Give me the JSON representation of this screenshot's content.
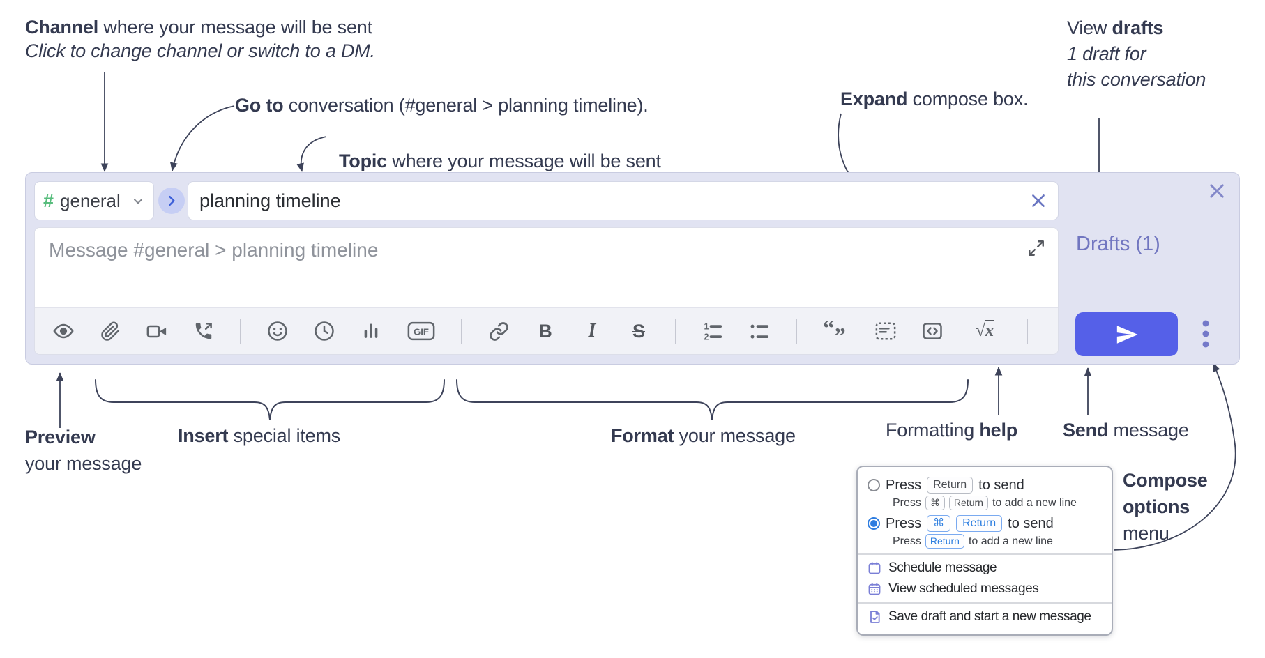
{
  "annotations": {
    "channel": {
      "bold": "Channel",
      "rest": " where your message will be sent",
      "sub": "Click to change channel or switch to a DM."
    },
    "goto": {
      "bold": "Go to",
      "rest": " conversation (#general > planning timeline)."
    },
    "topic": {
      "bold": "Topic",
      "rest": " where your message will be sent"
    },
    "expand": {
      "bold": "Expand",
      "rest": " compose box."
    },
    "view_drafts": {
      "pre": "View ",
      "bold": "drafts",
      "line2": "1 draft for",
      "line3": "this conversation"
    },
    "preview": {
      "bold": "Preview",
      "line2": "your message"
    },
    "insert": {
      "bold": "Insert",
      "rest": " special items"
    },
    "format": {
      "bold": "Format",
      "rest": " your message"
    },
    "help": {
      "pre": "Formatting ",
      "bold": "help"
    },
    "send": {
      "bold": "Send",
      "rest": " message"
    },
    "compose_menu": {
      "line1": "Compose",
      "line2": "options",
      "line3": "menu"
    }
  },
  "compose": {
    "channel": {
      "hash": "#",
      "label": "general"
    },
    "topic_value": "planning timeline",
    "message_placeholder": "Message #general > planning timeline",
    "drafts_link": "Drafts (1)",
    "toolbar": {
      "gif_label": "GIF",
      "bold_label": "B",
      "italic_label": "I",
      "strike_label": "S",
      "math_root": "√",
      "math_x": "x",
      "help_label": "?",
      "ol_1": "1",
      "ol_2": "2"
    }
  },
  "popup": {
    "opt1": {
      "pre": "Press",
      "key": "Return",
      "post": "to send"
    },
    "opt1_sub": {
      "pre": "Press",
      "key1": "⌘",
      "key2": "Return",
      "post": "to add a new line"
    },
    "opt2": {
      "pre": "Press",
      "key1": "⌘",
      "key2": "Return",
      "post": "to send"
    },
    "opt2_sub": {
      "pre": "Press",
      "key": "Return",
      "post": "to add a new line"
    },
    "items": [
      {
        "label": "Schedule message"
      },
      {
        "label": "View scheduled messages"
      },
      {
        "label": "Save draft and start a new message"
      }
    ]
  },
  "colors": {
    "send_button": "#5560e8",
    "drafts_link": "#7176c0",
    "hash_green": "#58bd7d",
    "kbd_blue": "#2e7fe0",
    "menu_icon_purple": "#7a7fd6",
    "annotation_text": "#343a50"
  }
}
